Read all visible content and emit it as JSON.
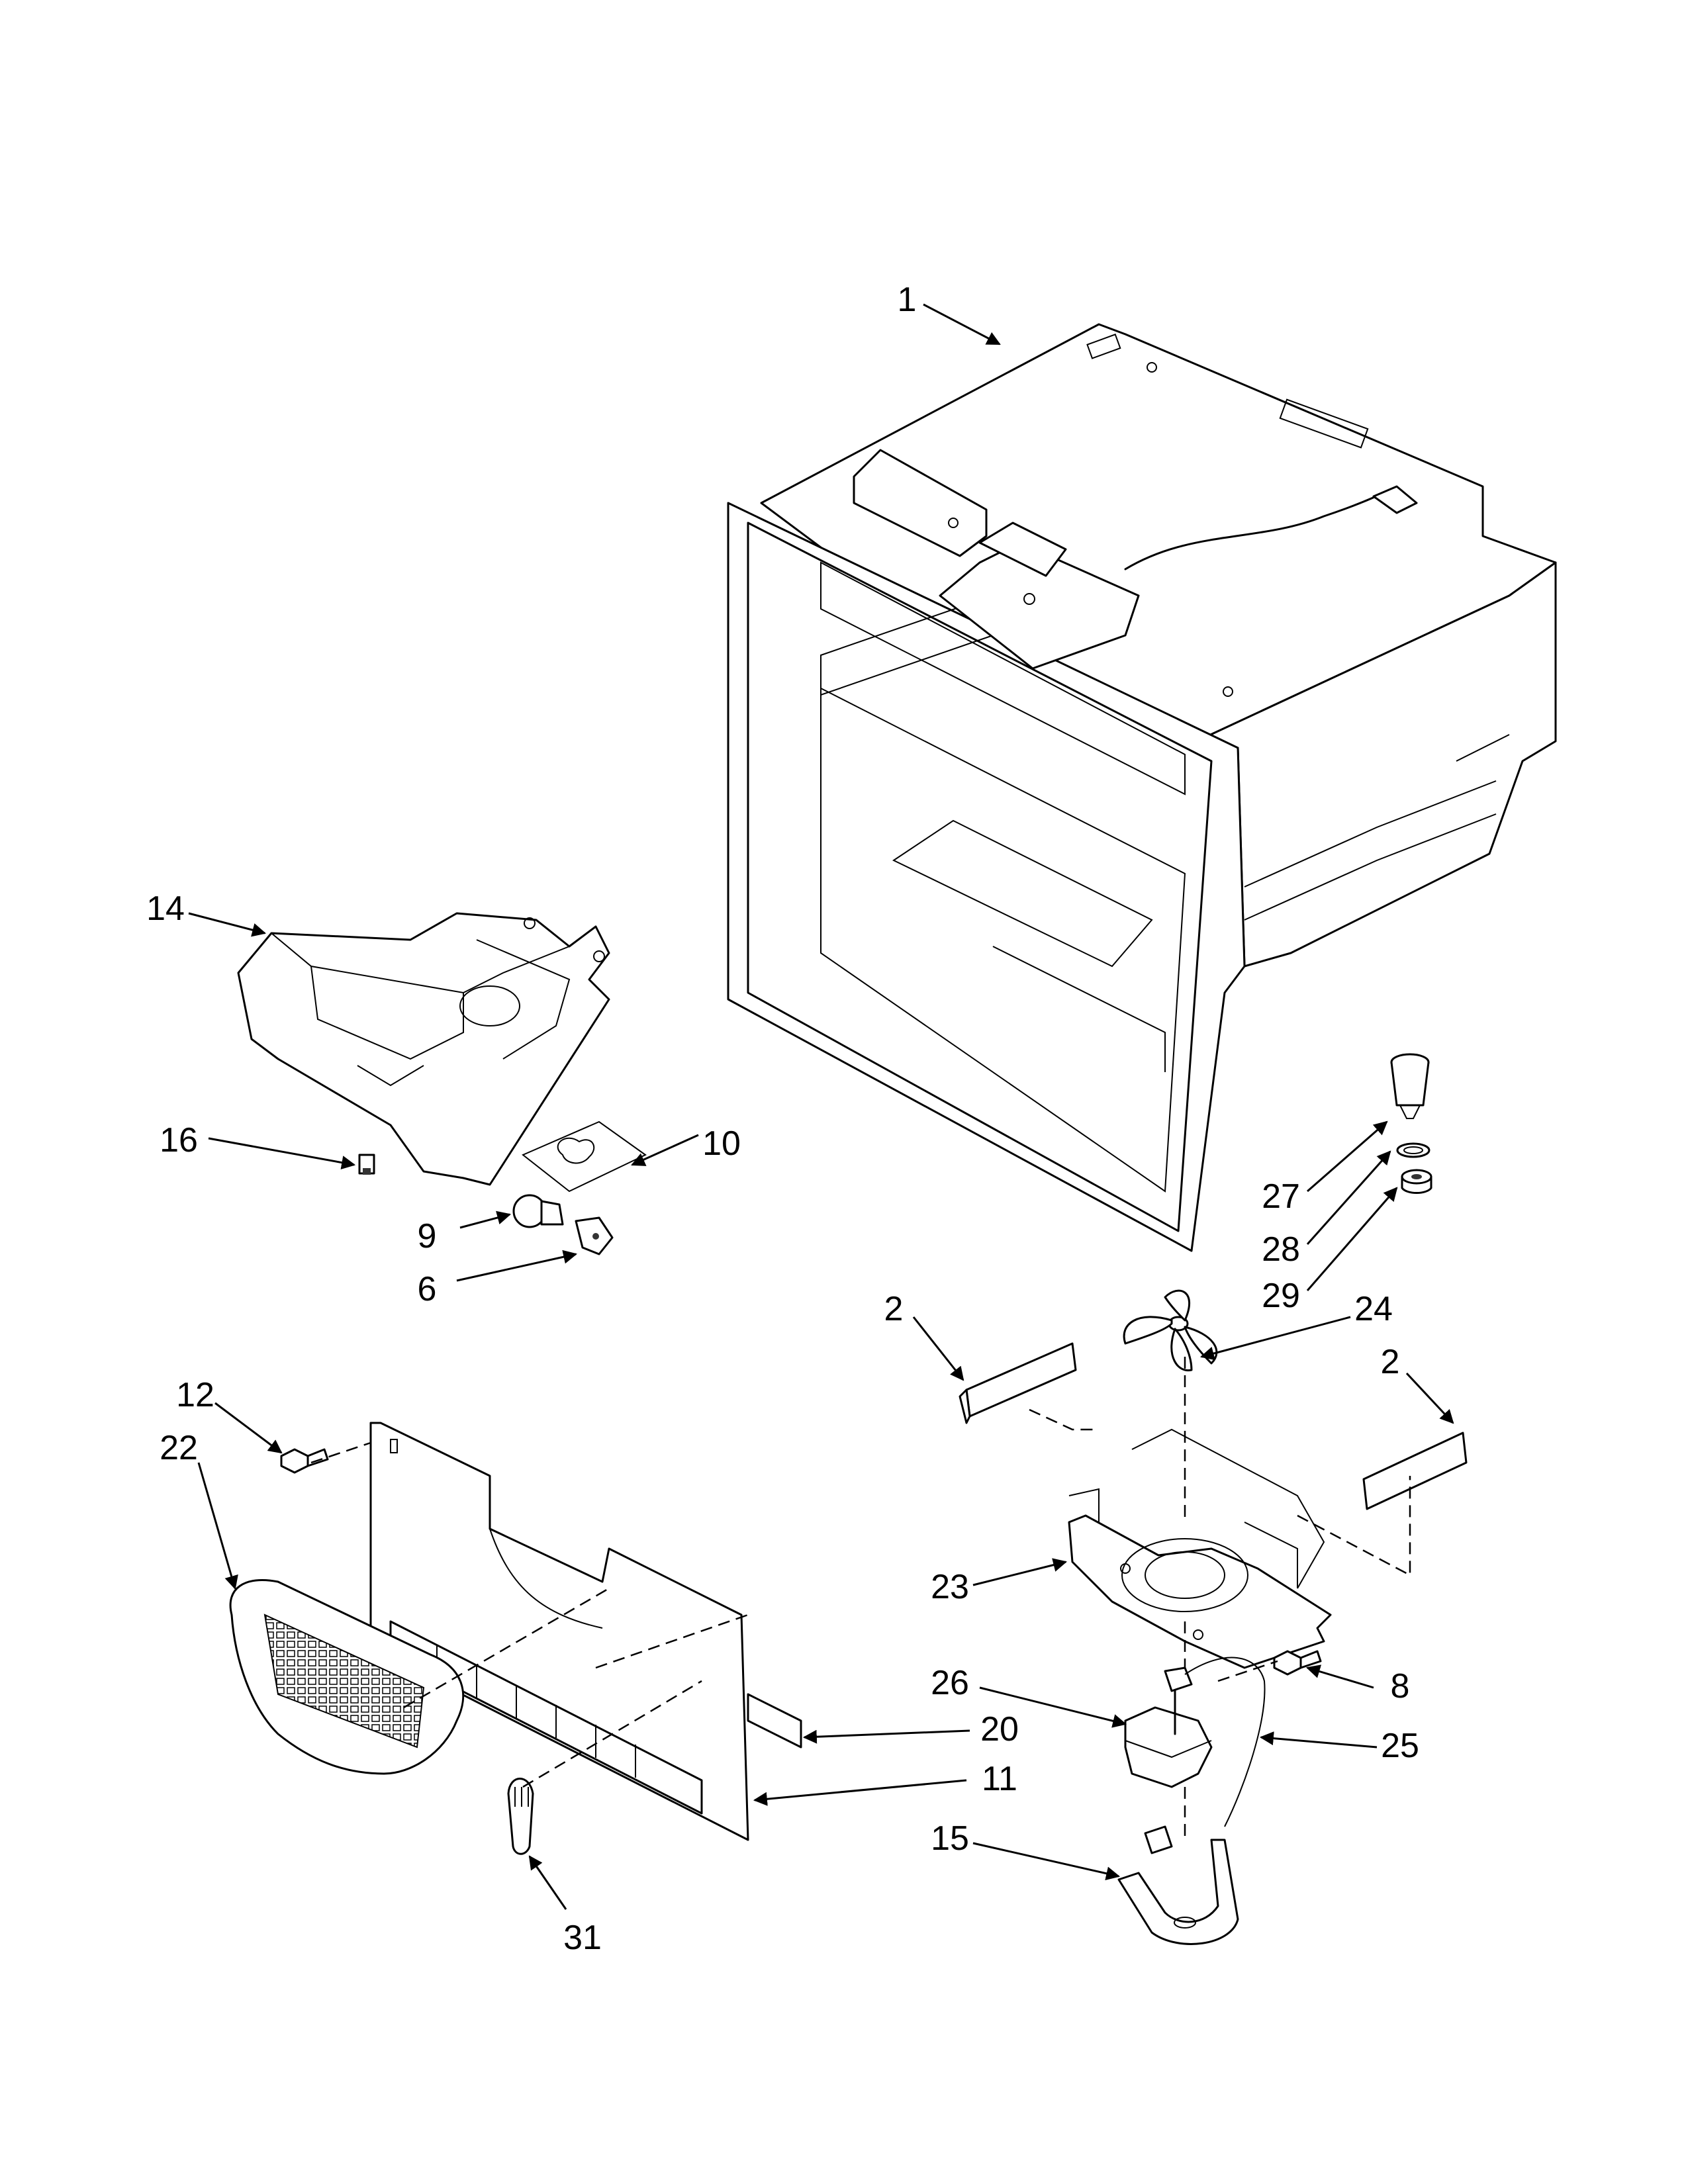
{
  "callouts": {
    "c1": "1",
    "c2a": "2",
    "c2b": "2",
    "c6": "6",
    "c8": "8",
    "c9": "9",
    "c10": "10",
    "c11": "11",
    "c12": "12",
    "c14": "14",
    "c15": "15",
    "c16": "16",
    "c20": "20",
    "c22": "22",
    "c23": "23",
    "c24": "24",
    "c25": "25",
    "c26": "26",
    "c27": "27",
    "c28": "28",
    "c29": "29",
    "c31": "31"
  }
}
